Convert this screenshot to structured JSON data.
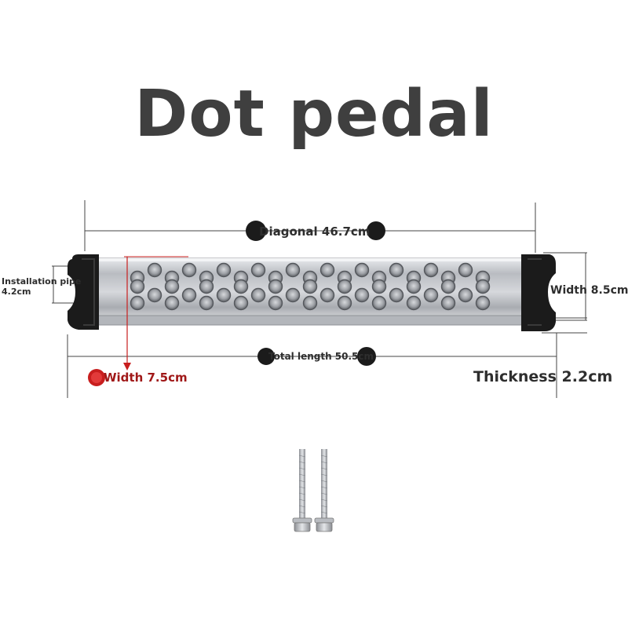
{
  "title": "Dot pedal",
  "dimensions": {
    "diagonal": "Diagonal 46.7cm",
    "total_length": "Total length 50.5cm",
    "installation_pipe": [
      "Installation pipe",
      "4.2cm"
    ],
    "width_outer": "Width 8.5cm",
    "width_inner": "Width 7.5cm",
    "thickness": "Thickness 2.2cm"
  },
  "colors": {
    "title": "#3f3f3f",
    "steel": "#c9ccd0",
    "end_cap": "#1b1b1b",
    "accent_marker": "#c81e1e",
    "text": "#2e2e2e"
  },
  "icons": [
    "bolt-icon",
    "bolt-icon"
  ]
}
